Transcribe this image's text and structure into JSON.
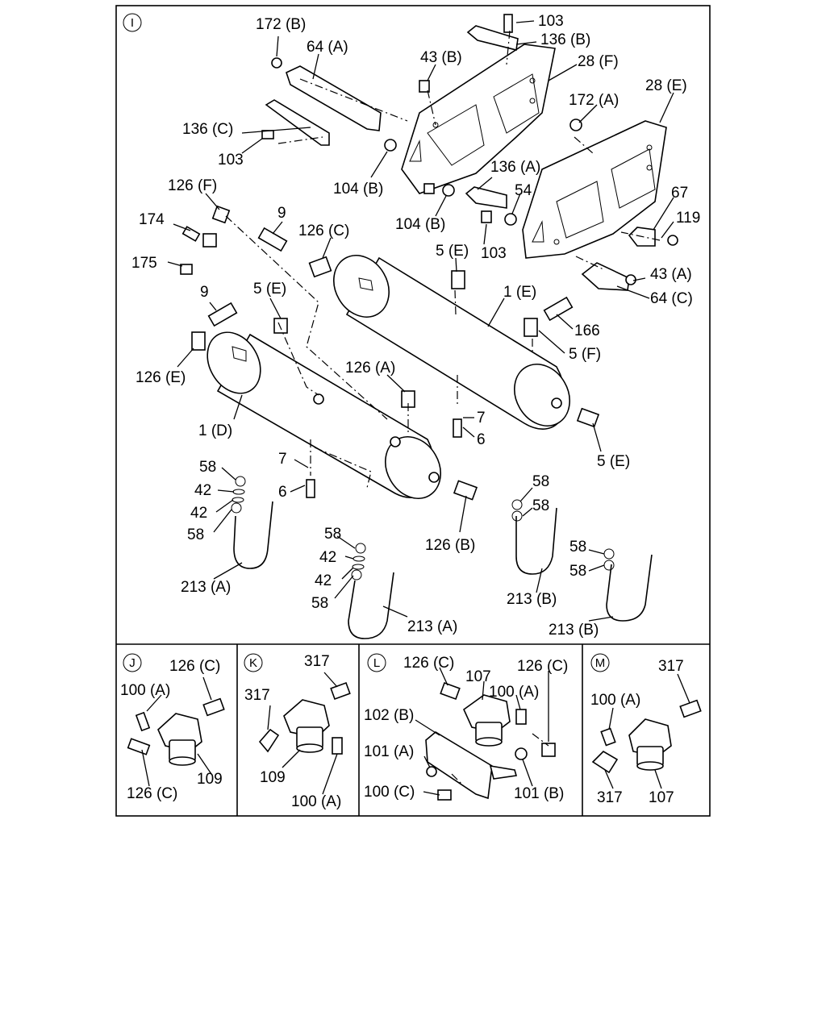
{
  "panels": {
    "I": {
      "marker": "I",
      "labels": {
        "l172b": "172 (B)",
        "l64a": "64 (A)",
        "l103_top": "103",
        "l136b": "136 (B)",
        "l43b": "43 (B)",
        "l28f": "28 (F)",
        "l28e": "28 (E)",
        "l172a": "172 (A)",
        "l136c": "136 (C)",
        "l103_left": "103",
        "l104b_1": "104 (B)",
        "l136a": "136 (A)",
        "l54": "54",
        "l67": "67",
        "l119": "119",
        "l104b_2": "104 (B)",
        "l103_mid": "103",
        "l126f": "126 (F)",
        "l174": "174",
        "l9_top": "9",
        "l175": "175",
        "l126c": "126 (C)",
        "l5e_1": "5 (E)",
        "l1e": "1 (E)",
        "l43a": "43 (A)",
        "l64c": "64 (C)",
        "l9_left": "9",
        "l5e_2": "5 (E)",
        "l166": "166",
        "l5f": "5 (F)",
        "l126e": "126 (E)",
        "l126a": "126 (A)",
        "l7_right": "7",
        "l6_right": "6",
        "l1d": "1 (D)",
        "l5e_3": "5 (E)",
        "l58_a": "58",
        "l7_left": "7",
        "l42_a": "42",
        "l6_left": "6",
        "l42_b": "42",
        "l58_b": "58",
        "l58_c": "58",
        "l58_d": "58",
        "l126b": "126 (B)",
        "l58_e": "58",
        "l42_c": "42",
        "l58_f": "58",
        "l58_g": "58",
        "l42_d": "42",
        "l213a_1": "213 (A)",
        "l213b_1": "213 (B)",
        "l58_h": "58",
        "l213a_2": "213 (A)",
        "l213b_2": "213 (B)"
      }
    },
    "J": {
      "marker": "J",
      "labels": {
        "l126c_top": "126 (C)",
        "l100a": "100 (A)",
        "l126c_bot": "126 (C)",
        "l109": "109"
      }
    },
    "K": {
      "marker": "K",
      "labels": {
        "l317_top": "317",
        "l317_left": "317",
        "l109": "109",
        "l100a": "100 (A)"
      }
    },
    "L": {
      "marker": "L",
      "labels": {
        "l126c_1": "126 (C)",
        "l107": "107",
        "l126c_2": "126 (C)",
        "l100a": "100 (A)",
        "l102b": "102 (B)",
        "l101a": "101 (A)",
        "l100c": "100 (C)",
        "l101b": "101 (B)"
      }
    },
    "M": {
      "marker": "M",
      "labels": {
        "l317_top": "317",
        "l100a": "100 (A)",
        "l317_bot": "317",
        "l107": "107"
      }
    }
  }
}
